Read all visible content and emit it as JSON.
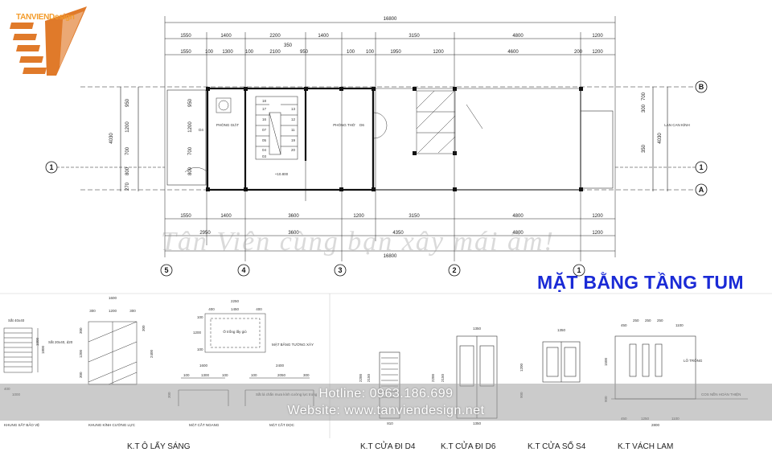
{
  "brand": {
    "logo_text": "TANVIENDesign",
    "orange": "#e07a2a",
    "blue_title": "#1a2ad6"
  },
  "plan": {
    "title": "MẶT BẰNG TẦNG TUM",
    "watermark": "Tân Viên cùng bạn xây mái ấm!",
    "top_total": "16800",
    "bottom_total": "16800",
    "top_dims_row1": [
      "1550",
      "1400",
      "2200",
      "1400",
      "3150",
      "4800",
      "1200"
    ],
    "top_dims_row2": [
      "1550",
      "100",
      "1300",
      "100",
      "2100",
      "350",
      "950",
      "100",
      "100",
      "1950",
      "1200",
      "4600",
      "200",
      "1200"
    ],
    "bottom_dims_row1": [
      "1550",
      "1400",
      "3600",
      "1200",
      "3150",
      "4800",
      "1200"
    ],
    "bottom_dims_row2": [
      "2950",
      "3600",
      "4350",
      "4800",
      "1200"
    ],
    "left_dims": [
      "950",
      "1200",
      "700",
      "800",
      "270"
    ],
    "left_total": "4030",
    "inner_left_dims": [
      "950",
      "1200",
      "700",
      "800"
    ],
    "right_dims": [
      "700",
      "300",
      "350"
    ],
    "right_total": "4030",
    "axes_bottom": [
      "5",
      "4",
      "3",
      "2",
      "1"
    ],
    "axes_side": [
      "B",
      "A"
    ],
    "axis_left_mark": "1",
    "room_labels": {
      "phong_giat": "PHÒNG GIẶT",
      "phong_tho": "PHÒNG THỜ",
      "lan_can": "LAN CAN KÍNH",
      "level": "+10.800",
      "d4": "D4",
      "d6": "D6"
    },
    "stair_numbers": [
      "18",
      "17",
      "16",
      "07",
      "05",
      "04",
      "03",
      "13",
      "12",
      "11",
      "19",
      "20"
    ]
  },
  "details": {
    "left_top": "Sắt 40x40",
    "left_side": "Sắt 20x40, d20",
    "left_dims": [
      "1000",
      "1800",
      "400",
      "1000"
    ],
    "oval_dims": [
      "1600",
      "300",
      "1200",
      "300"
    ],
    "oval_side": [
      "300",
      "1200",
      "300",
      "300",
      "2400"
    ],
    "skylight_top": "2250",
    "skylight_dims": [
      "400",
      "1450",
      "400"
    ],
    "skylight_side": [
      "100",
      "1200",
      "100"
    ],
    "skylight_note": "Ô trống lấy gió",
    "skylight_label": "MẶT BẰNG TƯỜNG XÂY",
    "section_top_a": "1600",
    "section_top_b": "2400",
    "section_dims_a": [
      "100",
      "1300",
      "100",
      "300"
    ],
    "section_dims_b": [
      "100",
      "2050",
      "300"
    ],
    "section_note": "Sắt lá chắn mưa kính cường lực trong",
    "label_khung_bao": "KHUNG SẮT BẢO VỆ",
    "label_khung_kinh": "KHUNG KÍNH CƯỜNG LỰC",
    "label_cat_ngang": "MẶT CẮT NGANG",
    "label_cat_doc": "MẶT CẮT DỌC",
    "door_d4_dims": [
      "2200",
      "2150",
      "810"
    ],
    "door_d6_dims": [
      "1350",
      "2200",
      "2150",
      "1350"
    ],
    "window_s4_dims": [
      "1350",
      "1200",
      "900"
    ],
    "vach_lam_dims": [
      "450",
      "250",
      "250",
      "250",
      "1100",
      "1500",
      "900"
    ],
    "vach_lam_bottom": [
      "450",
      "1250",
      "1100",
      "2800"
    ],
    "lo_trong": "LỖ TRỐNG",
    "cos_nen": "COS NỀN HOÀN THIỆN"
  },
  "captions": {
    "o_lay_sang": "K.T Ô LẤY SÁNG",
    "cua_d4": "K.T CỬA ĐI D4",
    "cua_d6": "K.T CỬA ĐI D6",
    "cua_so_s4": "K.T CỬA SỔ S4",
    "vach_lam": "K.T VÁCH LAM"
  },
  "banner": {
    "hotline": "Hotline: 0963.186.699",
    "website": "Website: www.tanviendesign.net"
  }
}
